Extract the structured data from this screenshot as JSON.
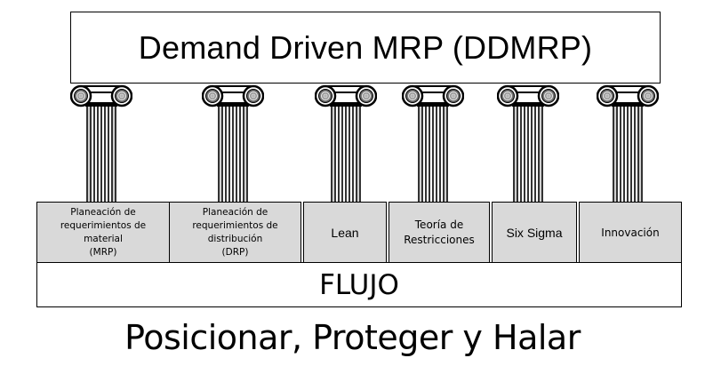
{
  "title": "Demand Driven MRP (DDMRP)",
  "pillars": [
    {
      "lines": [
        "Planeación de",
        "requerimientos de",
        "material",
        "(MRP)"
      ],
      "style": "small"
    },
    {
      "lines": [
        "Planeación de",
        "requerimientos de",
        "distribución",
        "(DRP)"
      ],
      "style": "small"
    },
    {
      "lines": [
        "Lean"
      ],
      "style": "big"
    },
    {
      "lines": [
        "Teoría de",
        "Restricciones"
      ],
      "style": "mid"
    },
    {
      "lines": [
        "Six Sigma"
      ],
      "style": "big"
    },
    {
      "lines": [
        "Innovación"
      ],
      "style": "mid"
    }
  ],
  "foundation": "FLUJO",
  "tagline": "Posicionar, Proteger y Halar",
  "colors": {
    "pillar_fill": "#d9d9d9",
    "border": "#000000",
    "background": "#ffffff"
  },
  "icons": {
    "column": "ionic-column-icon"
  }
}
